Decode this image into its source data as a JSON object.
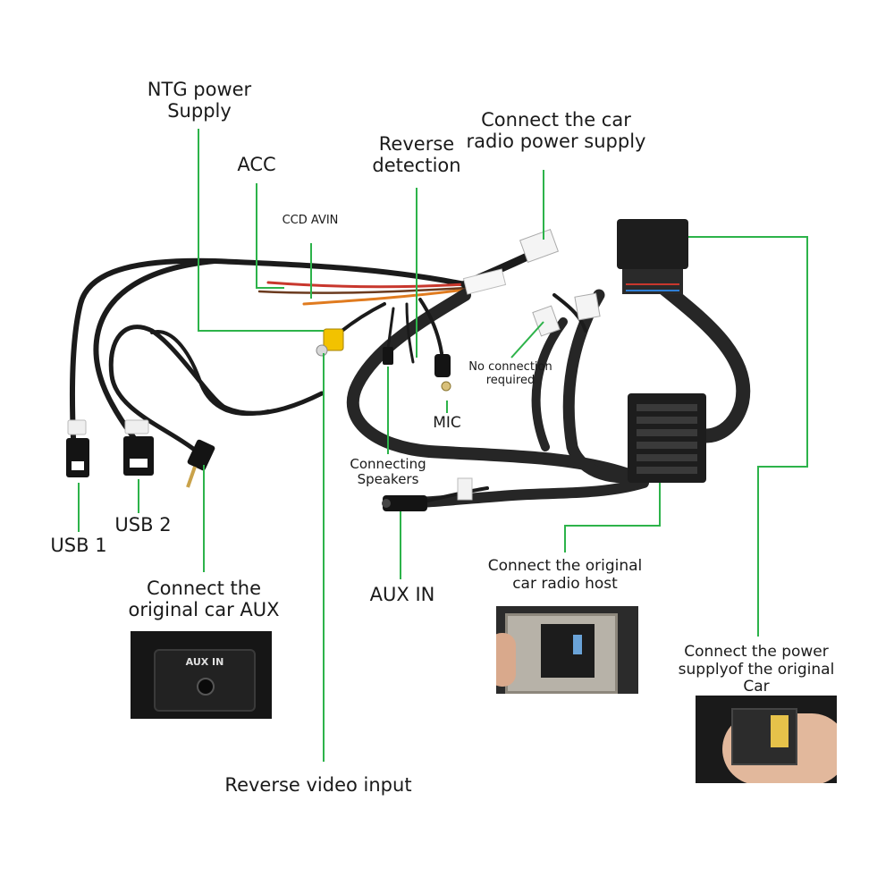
{
  "labels": {
    "ntg_power": "NTG power\nSupply",
    "acc": "ACC",
    "ccd_avin": "CCD AVIN",
    "reverse_detection": "Reverse\ndetection",
    "car_radio_power": "Connect the car\nradio power supply",
    "no_connection": "No connection\nrequired",
    "mic": "MIC",
    "connecting_speakers": "Connecting\nSpeakers",
    "usb1": "USB 1",
    "usb2": "USB 2",
    "original_aux": "Connect the\noriginal car AUX",
    "aux_in": "AUX IN",
    "radio_host": "Connect the original\ncar radio host",
    "power_supply_original": "Connect the power\nsupplyof the original Car",
    "reverse_video": "Reverse video input",
    "aux_panel_text": "AUX IN"
  },
  "colors": {
    "leader": "#2db34a",
    "cable": "#1b1b1b",
    "braid": "#262626",
    "rca_yellow": "#f2c200",
    "wire_red": "#c8372d",
    "wire_orange": "#e07b1f"
  },
  "icons": [
    "usb-a-connector-icon",
    "aux-jack-icon",
    "rca-plug-icon",
    "quadlock-connector-icon"
  ]
}
